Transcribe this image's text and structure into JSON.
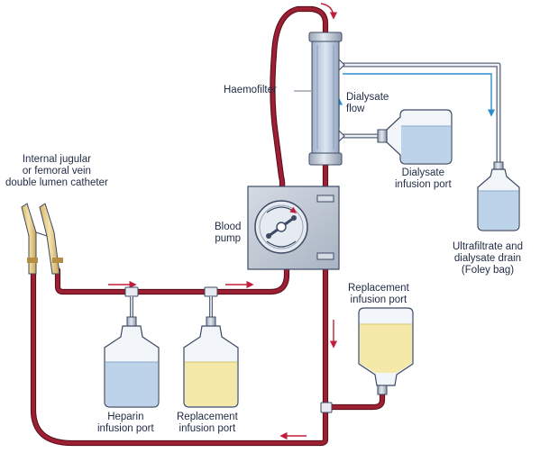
{
  "labels": {
    "haemofilter": "Haemofilter",
    "dialysate_flow_line1": "Dialysate",
    "dialysate_flow_line2": "flow",
    "dialysate_port_line1": "Dialysate",
    "dialysate_port_line2": "infusion port",
    "catheter_line1": "Internal jugular",
    "catheter_line2": "or femoral vein",
    "catheter_line3": "double lumen catheter",
    "blood_pump_line1": "Blood",
    "blood_pump_line2": "pump",
    "ultrafiltrate_line1": "Ultrafiltrate and",
    "ultrafiltrate_line2": "dialysate drain",
    "ultrafiltrate_line3": "(Foley bag)",
    "replacement_right_line1": "Replacement",
    "replacement_right_line2": "infusion port",
    "heparin_line1": "Heparin",
    "heparin_line2": "infusion port",
    "replacement_bottom_line1": "Replacement",
    "replacement_bottom_line2": "infusion port"
  },
  "colors": {
    "blood_tube": "#8b1a2b",
    "flow_arrow": "#c01e3c",
    "dialysate_arrow": "#2a8fd0",
    "outline": "#3c4a63",
    "fluid_blue": "#bcd3ea",
    "fluid_yellow": "#f4e9a8",
    "metal": "#c9d1dc"
  }
}
